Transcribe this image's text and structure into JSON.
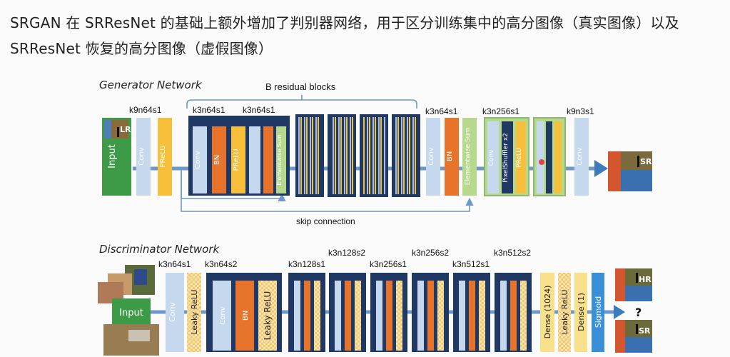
{
  "header": {
    "line1": "SRGAN 在 SRResNet 的基础上额外增加了判别器网络，用于区分训练集中的高分图像（真实图像）以及",
    "line2": "SRResNet 恢复的高分图像（虚假图像）"
  },
  "generator": {
    "title": "Generator Network",
    "residual_title": "B residual blocks",
    "skip_label": "skip connection",
    "input_label": "Input",
    "lr_label": "LR",
    "sr_label": "SR",
    "conv_label": "Conv",
    "bn_label": "BN",
    "prelu_label": "PReLU",
    "elementwise_label": "Elementwise Sum",
    "pixelshuffler_label": "PixelShuffler x2",
    "k_first": "k9n64s1",
    "k_res1": "k3n64s1",
    "k_res2": "k3n64s1",
    "k_post": "k3n64s1",
    "k_up": "k3n256s1",
    "k_last": "k9n3s1"
  },
  "discriminator": {
    "title": "Discriminator Network",
    "input_label": "Input",
    "hr_label": "HR",
    "sr_label": "SR",
    "question": "?",
    "conv_label": "Conv",
    "bn_label": "BN",
    "leaky_label": "Leaky ReLU",
    "dense1024_label": "Dense (1024)",
    "dense1_label": "Dense (1)",
    "sigmoid_label": "Sigmoid",
    "k_first": "k3n64s1",
    "k_b1": "k3n64s2",
    "k_b2": "k3n128s1",
    "k_b3": "k3n128s2",
    "k_b4": "k3n256s1",
    "k_b5": "k3n256s2",
    "k_b6": "k3n512s1",
    "k_b7": "k3n512s2"
  },
  "colors": {
    "conv": "#c5d8ee",
    "bn": "#e8742c",
    "prelu": "#f7bf3a",
    "elementwise": "#b7d98d",
    "navy": "#1f3864",
    "input_green": "#3d9a47",
    "line": "#6e98c8",
    "dense": "#f9e08a",
    "sigmoid": "#3a8fd8"
  }
}
